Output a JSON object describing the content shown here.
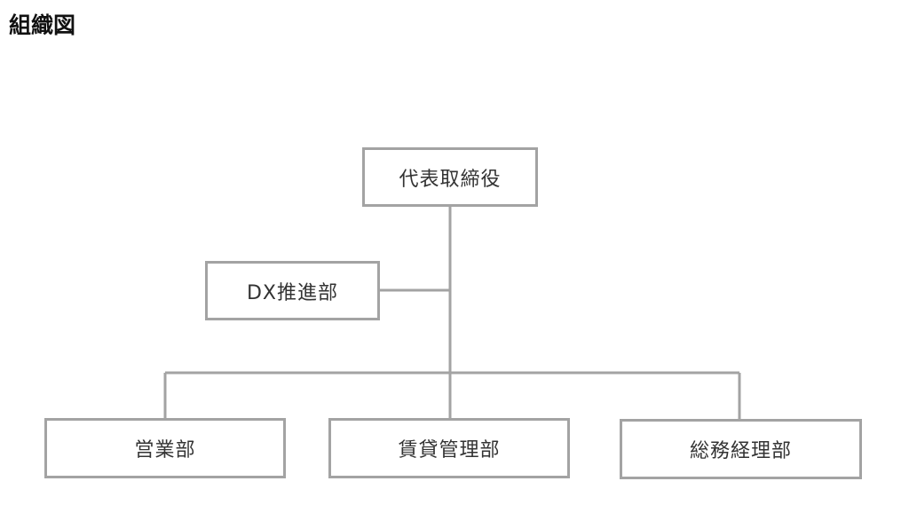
{
  "page_title": "組織図",
  "colors": {
    "line": "#a3a3a3",
    "box_border": "#a3a3a3",
    "text": "#333333",
    "title": "#111111"
  },
  "org_chart": {
    "root": "代表取締役",
    "staff": "DX推進部",
    "departments": [
      "営業部",
      "賃貸管理部",
      "総務経理部"
    ]
  }
}
